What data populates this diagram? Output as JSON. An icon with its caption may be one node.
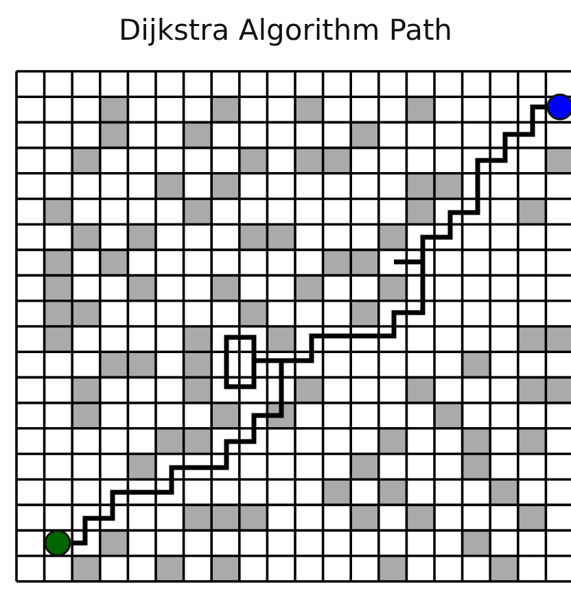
{
  "diagram": {
    "title": "Dijkstra Algorithm Path",
    "nodes": [
      {
        "text": [],
        "shape": "circle"
      },
      {
        "text": [],
        "shape": "circle"
      }
    ],
    "edges": [
      {
        "from": 0,
        "to": 1,
        "arrow": "none"
      }
    ]
  }
}
